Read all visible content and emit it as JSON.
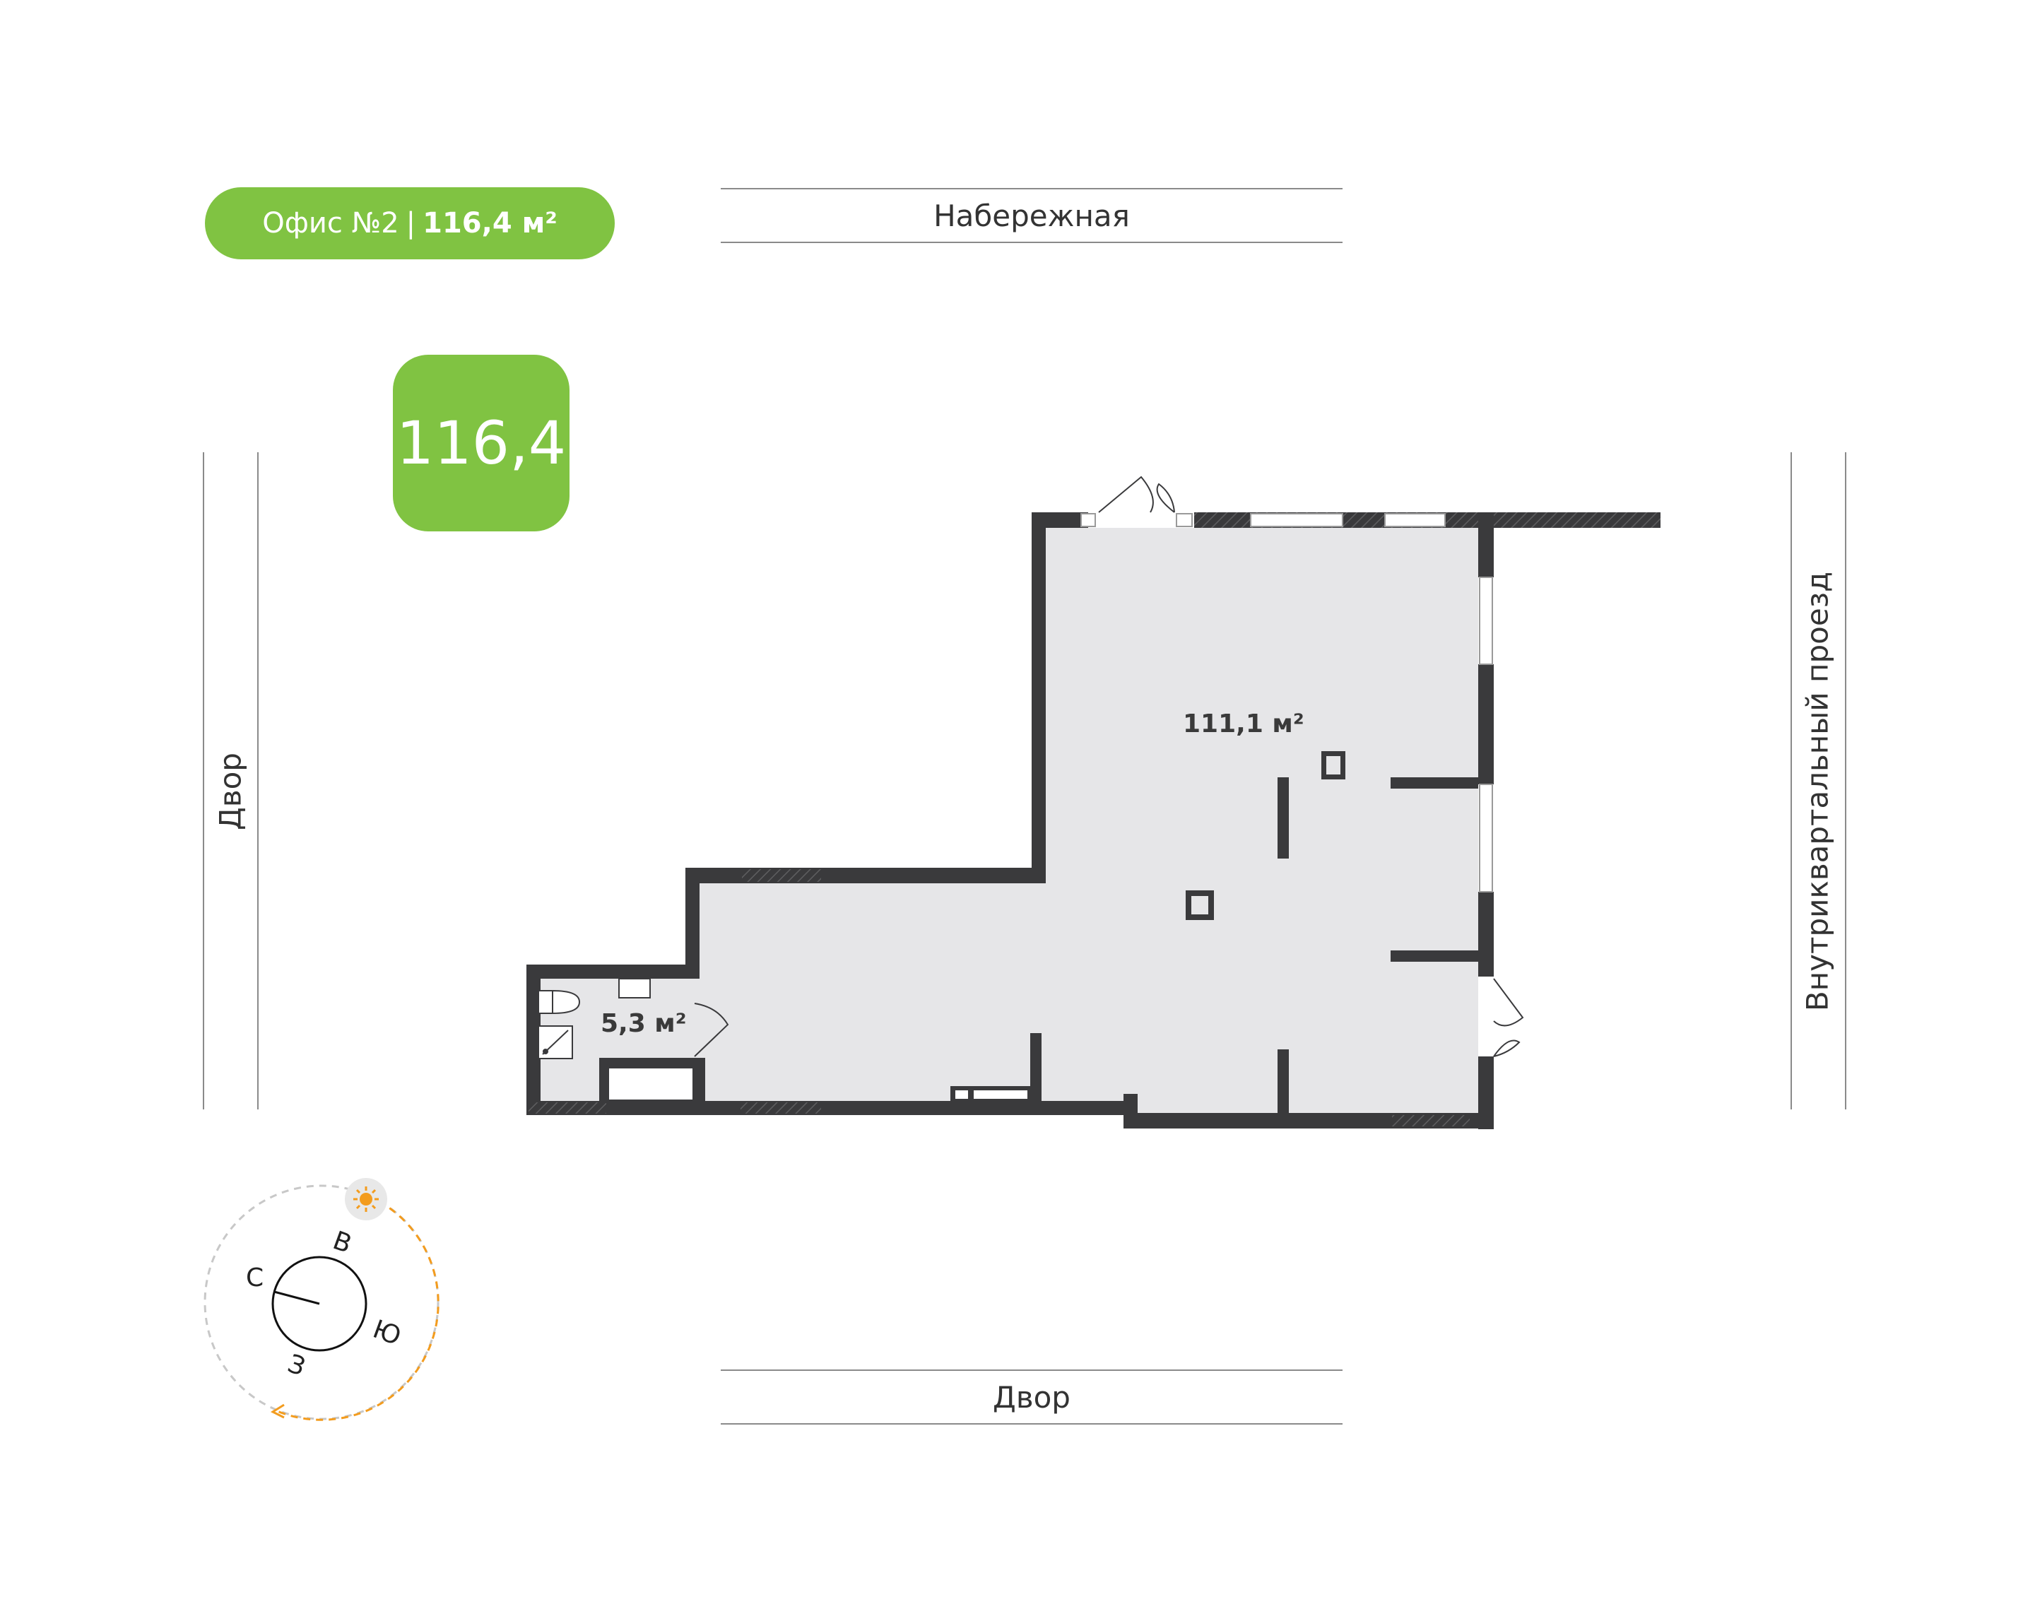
{
  "header": {
    "office_label": "Офис №2",
    "separator": "|",
    "office_area": "116,4 м²"
  },
  "badge": {
    "area": "116,4"
  },
  "streets": {
    "top": "Набережная",
    "bottom": "Двор",
    "left": "Двор",
    "right": "Внутриквартальный проезд"
  },
  "rooms": {
    "main": "111,1 м²",
    "bathroom": "5,3 м²"
  },
  "compass": {
    "north": "С",
    "east": "В",
    "south": "Ю",
    "west": "З"
  },
  "colors": {
    "accent": "#80c342",
    "wall": "#3a3a3c",
    "floor": "#e6e6e8",
    "sun_path": "#f39c1e"
  },
  "icons": {
    "sun": "sun-icon"
  }
}
